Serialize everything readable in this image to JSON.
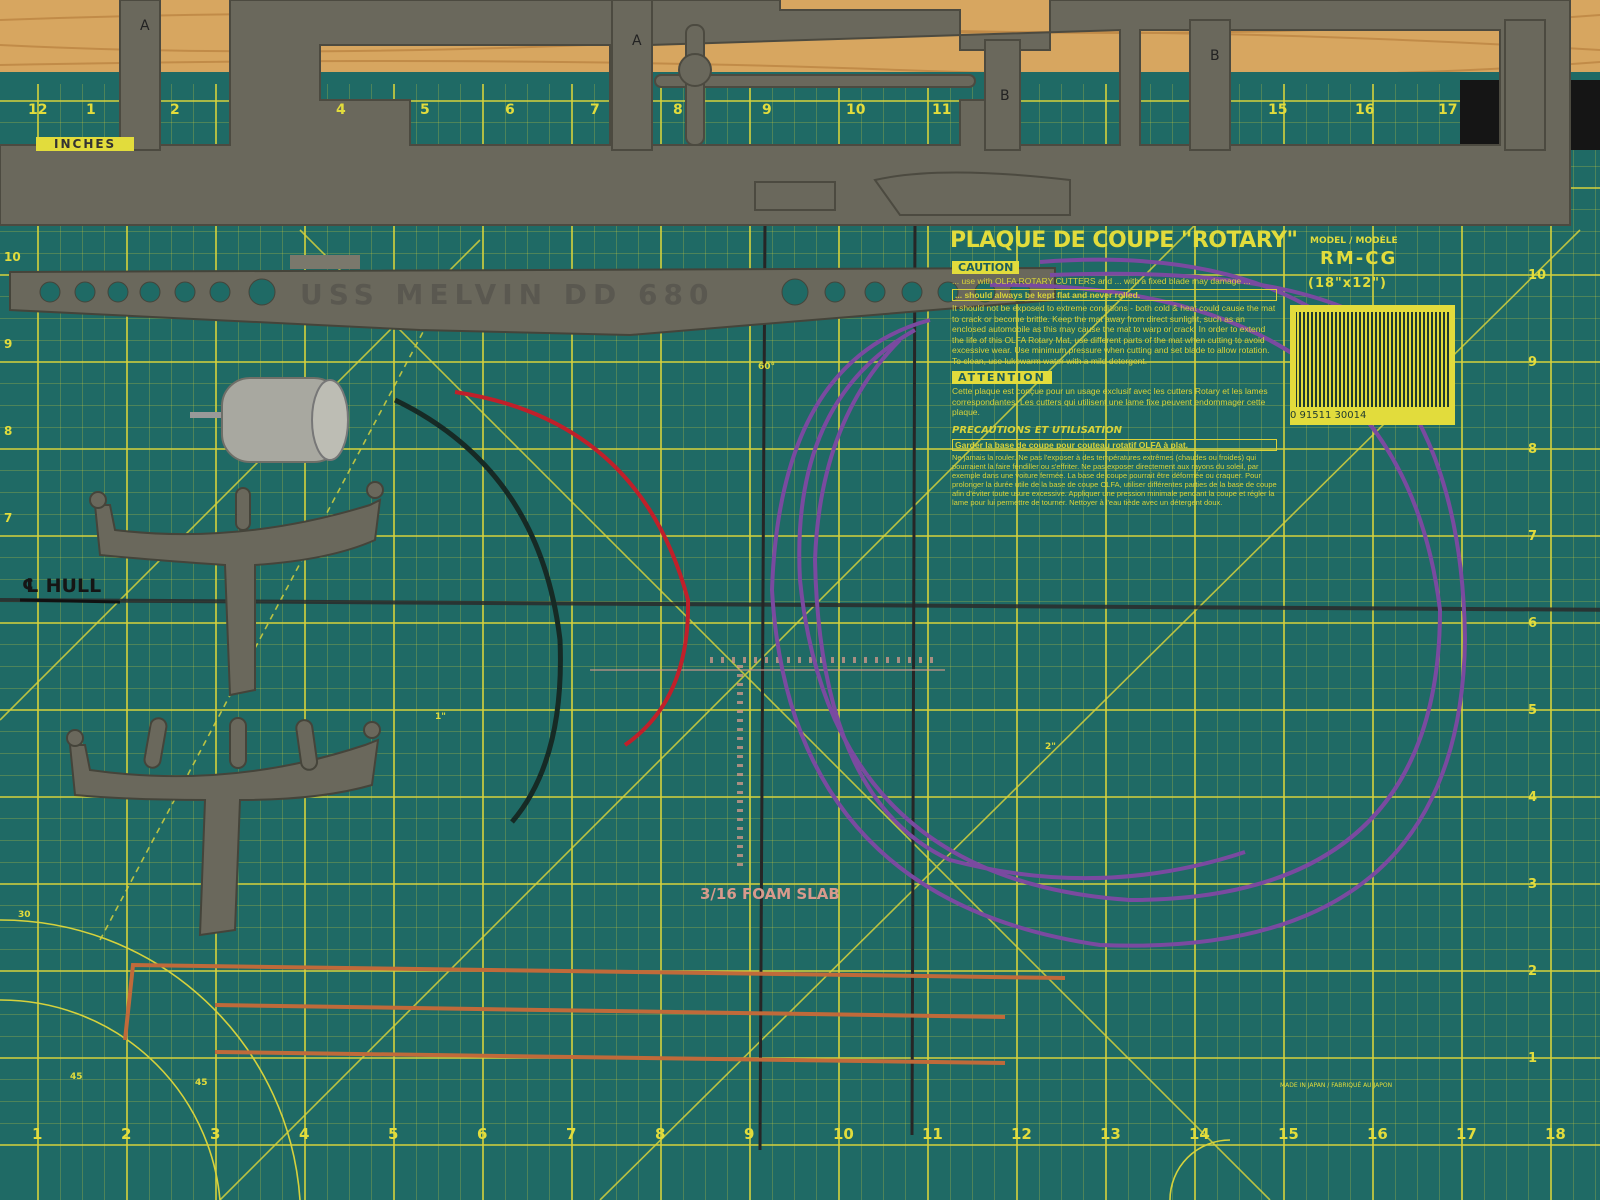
{
  "mat": {
    "title": "PLAQUE DE COUPE \"ROTARY\"",
    "caution_heading": "CAUTION",
    "caution_text": "... use with OLFA ROTARY CUTTERS and ... with a fixed blade may damage ...",
    "flat_notice": "... should always be kept flat and never rolled.",
    "care_text": "It should not be exposed to extreme conditions - both cold & heat could cause the mat to crack or become brittle. Keep the mat away from direct sunlight, such as an enclosed automobile as this may cause the mat to warp or crack. In order to extend the life of this OLFA Rotary Mat, use different parts of the mat when cutting to avoid excessive wear. Use minimum pressure when cutting and set blade to allow rotation. To clean, use lukewarm water with a mild detergent.",
    "attention_heading": "ATTENTION",
    "attention_text": "Cette plaque est conçue pour un usage exclusif avec les cutters Rotary et les lames correspondantes. Les cutters qui utilisent une lame fixe peuvent endommager cette plaque.",
    "precautions_heading": "PRECAUTIONS ET UTILISATION",
    "precautions_box": "Garder la base de coupe pour couteau rotatif OLFA à plat.",
    "precautions_text": "Ne jamais la rouler. Ne pas l'exposer à des températures extrêmes (chaudes ou froides) qui pourraient la faire fendiller ou s'effriter. Ne pas exposer directement aux rayons du soleil, par exemple dans une voiture fermée. La base de coupe pourrait être déformée ou craquer. Pour prolonger la durée utile de la base de coupe OLFA, utiliser différentes parties de la base de coupe afin d'éviter toute usure excessive. Appliquer une pression minimale pendant la coupe et régler la lame pour lui permettre de tourner. Nettoyer à l'eau tiède avec un détergent doux.",
    "model_label": "MODEL / MODÈLE",
    "model_number": "RM-CG",
    "size": "(18\"x12\")",
    "barcode_number": "0 91511 30014",
    "inches_label": "INCHES",
    "made_in": "MADE IN JAPAN / FABRIQUÉ AU JAPON",
    "angle_60": "60°",
    "angle_45": "45",
    "angle_30": "30",
    "one_inch": "1\"",
    "two_inch": "2\"",
    "bottom_ruler": [
      "1",
      "2",
      "3",
      "4",
      "5",
      "6",
      "7",
      "8",
      "9",
      "10",
      "11",
      "12",
      "13",
      "14",
      "15",
      "16",
      "17",
      "18"
    ],
    "top_ruler": [
      "12",
      "1",
      "2",
      "4",
      "5",
      "6",
      "7",
      "8",
      "9",
      "10",
      "11",
      "15",
      "16",
      "17"
    ],
    "left_ruler": [
      "10",
      "9",
      "8",
      "7"
    ],
    "right_ruler": [
      "10",
      "9",
      "8",
      "7",
      "6",
      "5",
      "4",
      "3",
      "2",
      "1"
    ]
  },
  "annotations": {
    "hull_centerline": "℄ HULL",
    "foam_note": "3/16 FOAM SLAB",
    "sprue_markings": [
      "A",
      "A",
      "B",
      "B"
    ]
  },
  "parts": {
    "keel_lettering": "USS MELVIN DD 680"
  },
  "colors": {
    "mat": "#1f6a65",
    "grid": "#d6d23c",
    "sprue": "#6a685c",
    "wood": "#d7a660",
    "purple_wire": "#7a4aa0",
    "red_wire": "#c0202a",
    "copper": "#c06a3a"
  }
}
